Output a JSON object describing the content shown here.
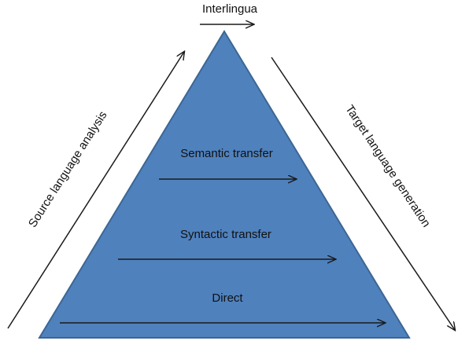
{
  "diagram": {
    "title": "Interlingua",
    "left_label": "Source language analysis",
    "right_label": "Target language generation",
    "levels": [
      {
        "label": "Semantic transfer"
      },
      {
        "label": "Syntactic transfer"
      },
      {
        "label": "Direct"
      }
    ]
  },
  "colors": {
    "pyramid_fill": "#4f81bd",
    "pyramid_stroke": "#3c6694",
    "arrow": "#1a1a1a",
    "text": "#111111"
  }
}
